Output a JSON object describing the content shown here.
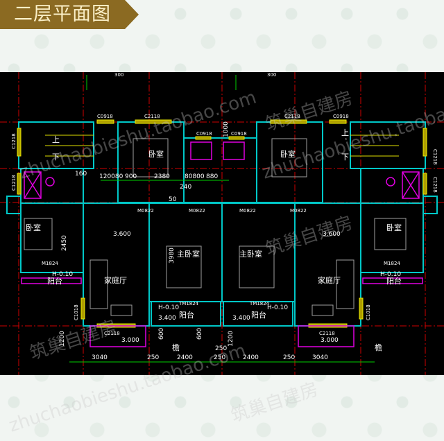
{
  "header": {
    "title": "二层平面图"
  },
  "watermark": {
    "brand": "筑巢自建房",
    "url": "zhuchaobieshu.taobao.com"
  },
  "colors": {
    "background": "#000000",
    "wall": "#00c8c8",
    "window": "#d8d800",
    "dimension": "#00e000",
    "axis": "#e00000",
    "fixture": "#e000e0",
    "furniture": "#b0b0b0",
    "header_bg": "#8b6a22"
  },
  "plan": {
    "top_dim": [
      "300",
      "300"
    ],
    "windows": {
      "c0918": "C0918",
      "c2118": "C2118",
      "c1218": "C1218",
      "c1018": "C1018",
      "c2118b": "C2118"
    },
    "doors": {
      "m0822": "M0822",
      "m1824": "M1824",
      "tm1824": "TM1824"
    },
    "stairs": {
      "up": "上",
      "down": "下"
    },
    "rooms": {
      "bedroom": "卧室",
      "master": "主卧室",
      "family_hall": "家庭厅",
      "balcony": "阳台",
      "eave": "檐"
    },
    "levels": {
      "floor": "3.600",
      "balcony": "3.400",
      "balcony_drop": "H-0.10",
      "eave": "3.000"
    },
    "dims": {
      "d1000": "1000",
      "d120080": "120080",
      "d900": "900",
      "d2380": "2380",
      "d80800": "80800",
      "d880": "880",
      "d240": "240",
      "d160": "160",
      "d3980": "3980",
      "d2450": "2450",
      "d1200": "1200",
      "d600": "600",
      "d3040": "3040",
      "d250": "250",
      "d2400": "2400",
      "d50": "50"
    }
  }
}
